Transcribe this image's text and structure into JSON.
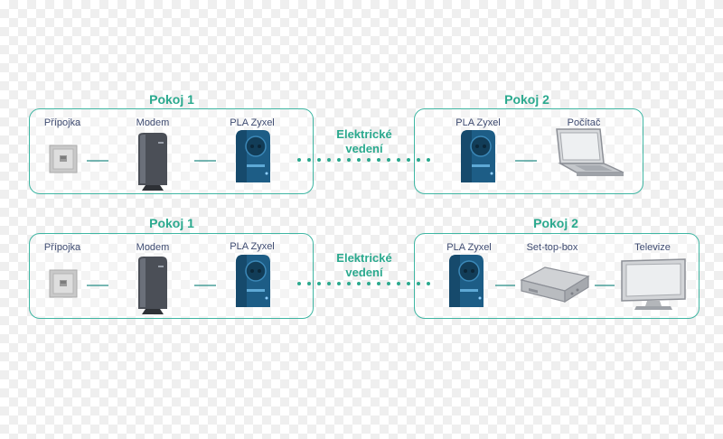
{
  "colors": {
    "accent": "#2aa98e",
    "box_border": "#3fb6a3",
    "label_text": "#3d4a70",
    "adapter_blue": "#1d5d86",
    "dots": "#2aa98e"
  },
  "rows": [
    {
      "left": {
        "title": "Pokoj 1",
        "devices": [
          {
            "label": "Přípojka",
            "icon": "wall-outlet-icon"
          },
          {
            "label": "Modem",
            "icon": "modem-icon"
          },
          {
            "label": "PLA Zyxel",
            "icon": "powerline-adapter-icon"
          }
        ]
      },
      "link": {
        "line1": "Elektrické",
        "line2": "vedení"
      },
      "right": {
        "title": "Pokoj 2",
        "devices": [
          {
            "label": "PLA Zyxel",
            "icon": "powerline-adapter-icon"
          },
          {
            "label": "Počítač",
            "icon": "laptop-icon"
          }
        ]
      }
    },
    {
      "left": {
        "title": "Pokoj 1",
        "devices": [
          {
            "label": "Přípojka",
            "icon": "wall-outlet-icon"
          },
          {
            "label": "Modem",
            "icon": "modem-icon"
          },
          {
            "label": "PLA Zyxel",
            "icon": "powerline-adapter-icon"
          }
        ]
      },
      "link": {
        "line1": "Elektrické",
        "line2": "vedení"
      },
      "right": {
        "title": "Pokoj 2",
        "devices": [
          {
            "label": "PLA Zyxel",
            "icon": "powerline-adapter-icon"
          },
          {
            "label": "Set-top-box",
            "icon": "set-top-box-icon"
          },
          {
            "label": "Televize",
            "icon": "television-icon"
          }
        ]
      }
    }
  ]
}
